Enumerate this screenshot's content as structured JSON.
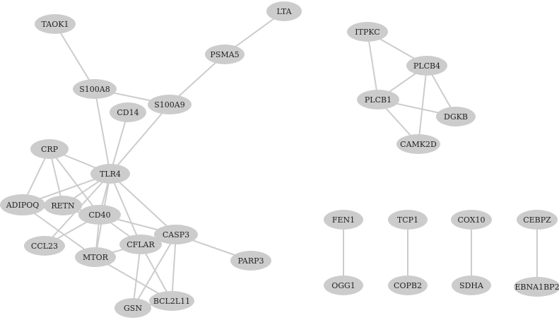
{
  "colors": {
    "node_fill": "#cccccc",
    "edge_stroke": "#cccccc",
    "label_text": "#222222",
    "background": "#ffffff"
  },
  "nodes": [
    {
      "id": "TAOK1",
      "label": "TAOK1"
    },
    {
      "id": "LTA",
      "label": "LTA"
    },
    {
      "id": "PSMA5",
      "label": "PSMA5"
    },
    {
      "id": "S100A8",
      "label": "S100A8"
    },
    {
      "id": "S100A9",
      "label": "S100A9"
    },
    {
      "id": "CD14",
      "label": "CD14"
    },
    {
      "id": "CRP",
      "label": "CRP"
    },
    {
      "id": "TLR4",
      "label": "TLR4"
    },
    {
      "id": "ADIPOQ",
      "label": "ADIPOQ"
    },
    {
      "id": "RETN",
      "label": "RETN"
    },
    {
      "id": "CD40",
      "label": "CD40"
    },
    {
      "id": "CCL23",
      "label": "CCL23"
    },
    {
      "id": "MTOR",
      "label": "MTOR"
    },
    {
      "id": "CFLAR",
      "label": "CFLAR"
    },
    {
      "id": "CASP3",
      "label": "CASP3"
    },
    {
      "id": "PARP3",
      "label": "PARP3"
    },
    {
      "id": "GSN",
      "label": "GSN"
    },
    {
      "id": "BCL2L11",
      "label": "BCL2L11"
    },
    {
      "id": "ITPKC",
      "label": "ITPKC"
    },
    {
      "id": "PLCB4",
      "label": "PLCB4"
    },
    {
      "id": "PLCB1",
      "label": "PLCB1"
    },
    {
      "id": "DGKB",
      "label": "DGKB"
    },
    {
      "id": "CAMK2D",
      "label": "CAMK2D"
    },
    {
      "id": "FEN1",
      "label": "FEN1"
    },
    {
      "id": "OGG1",
      "label": "OGG1"
    },
    {
      "id": "TCP1",
      "label": "TCP1"
    },
    {
      "id": "COPB2",
      "label": "COPB2"
    },
    {
      "id": "COX10",
      "label": "COX10"
    },
    {
      "id": "SDHA",
      "label": "SDHA"
    },
    {
      "id": "CEBPZ",
      "label": "CEBPZ"
    },
    {
      "id": "EBNA1BP2",
      "label": "EBNA1BP2"
    }
  ],
  "edges": [
    [
      "TAOK1",
      "S100A8"
    ],
    [
      "LTA",
      "PSMA5"
    ],
    [
      "PSMA5",
      "S100A9"
    ],
    [
      "S100A8",
      "S100A9"
    ],
    [
      "S100A8",
      "TLR4"
    ],
    [
      "S100A9",
      "TLR4"
    ],
    [
      "CD14",
      "TLR4"
    ],
    [
      "CRP",
      "TLR4"
    ],
    [
      "CRP",
      "ADIPOQ"
    ],
    [
      "CRP",
      "RETN"
    ],
    [
      "CRP",
      "CD40"
    ],
    [
      "TLR4",
      "ADIPOQ"
    ],
    [
      "TLR4",
      "RETN"
    ],
    [
      "TLR4",
      "CD40"
    ],
    [
      "TLR4",
      "CCL23"
    ],
    [
      "TLR4",
      "MTOR"
    ],
    [
      "TLR4",
      "CFLAR"
    ],
    [
      "TLR4",
      "CASP3"
    ],
    [
      "ADIPOQ",
      "CD40"
    ],
    [
      "ADIPOQ",
      "MTOR"
    ],
    [
      "RETN",
      "CD40"
    ],
    [
      "CD40",
      "CCL23"
    ],
    [
      "CD40",
      "MTOR"
    ],
    [
      "CD40",
      "CFLAR"
    ],
    [
      "CD40",
      "CASP3"
    ],
    [
      "MTOR",
      "CFLAR"
    ],
    [
      "MTOR",
      "BCL2L11"
    ],
    [
      "CFLAR",
      "GSN"
    ],
    [
      "CFLAR",
      "BCL2L11"
    ],
    [
      "CASP3",
      "PARP3"
    ],
    [
      "CASP3",
      "GSN"
    ],
    [
      "CASP3",
      "BCL2L11"
    ],
    [
      "CASP3",
      "CFLAR"
    ],
    [
      "GSN",
      "BCL2L11"
    ],
    [
      "ITPKC",
      "PLCB4"
    ],
    [
      "ITPKC",
      "PLCB1"
    ],
    [
      "PLCB4",
      "PLCB1"
    ],
    [
      "PLCB4",
      "DGKB"
    ],
    [
      "PLCB4",
      "CAMK2D"
    ],
    [
      "PLCB1",
      "DGKB"
    ],
    [
      "PLCB1",
      "CAMK2D"
    ],
    [
      "FEN1",
      "OGG1"
    ],
    [
      "TCP1",
      "COPB2"
    ],
    [
      "COX10",
      "SDHA"
    ],
    [
      "CEBPZ",
      "EBNA1BP2"
    ]
  ]
}
